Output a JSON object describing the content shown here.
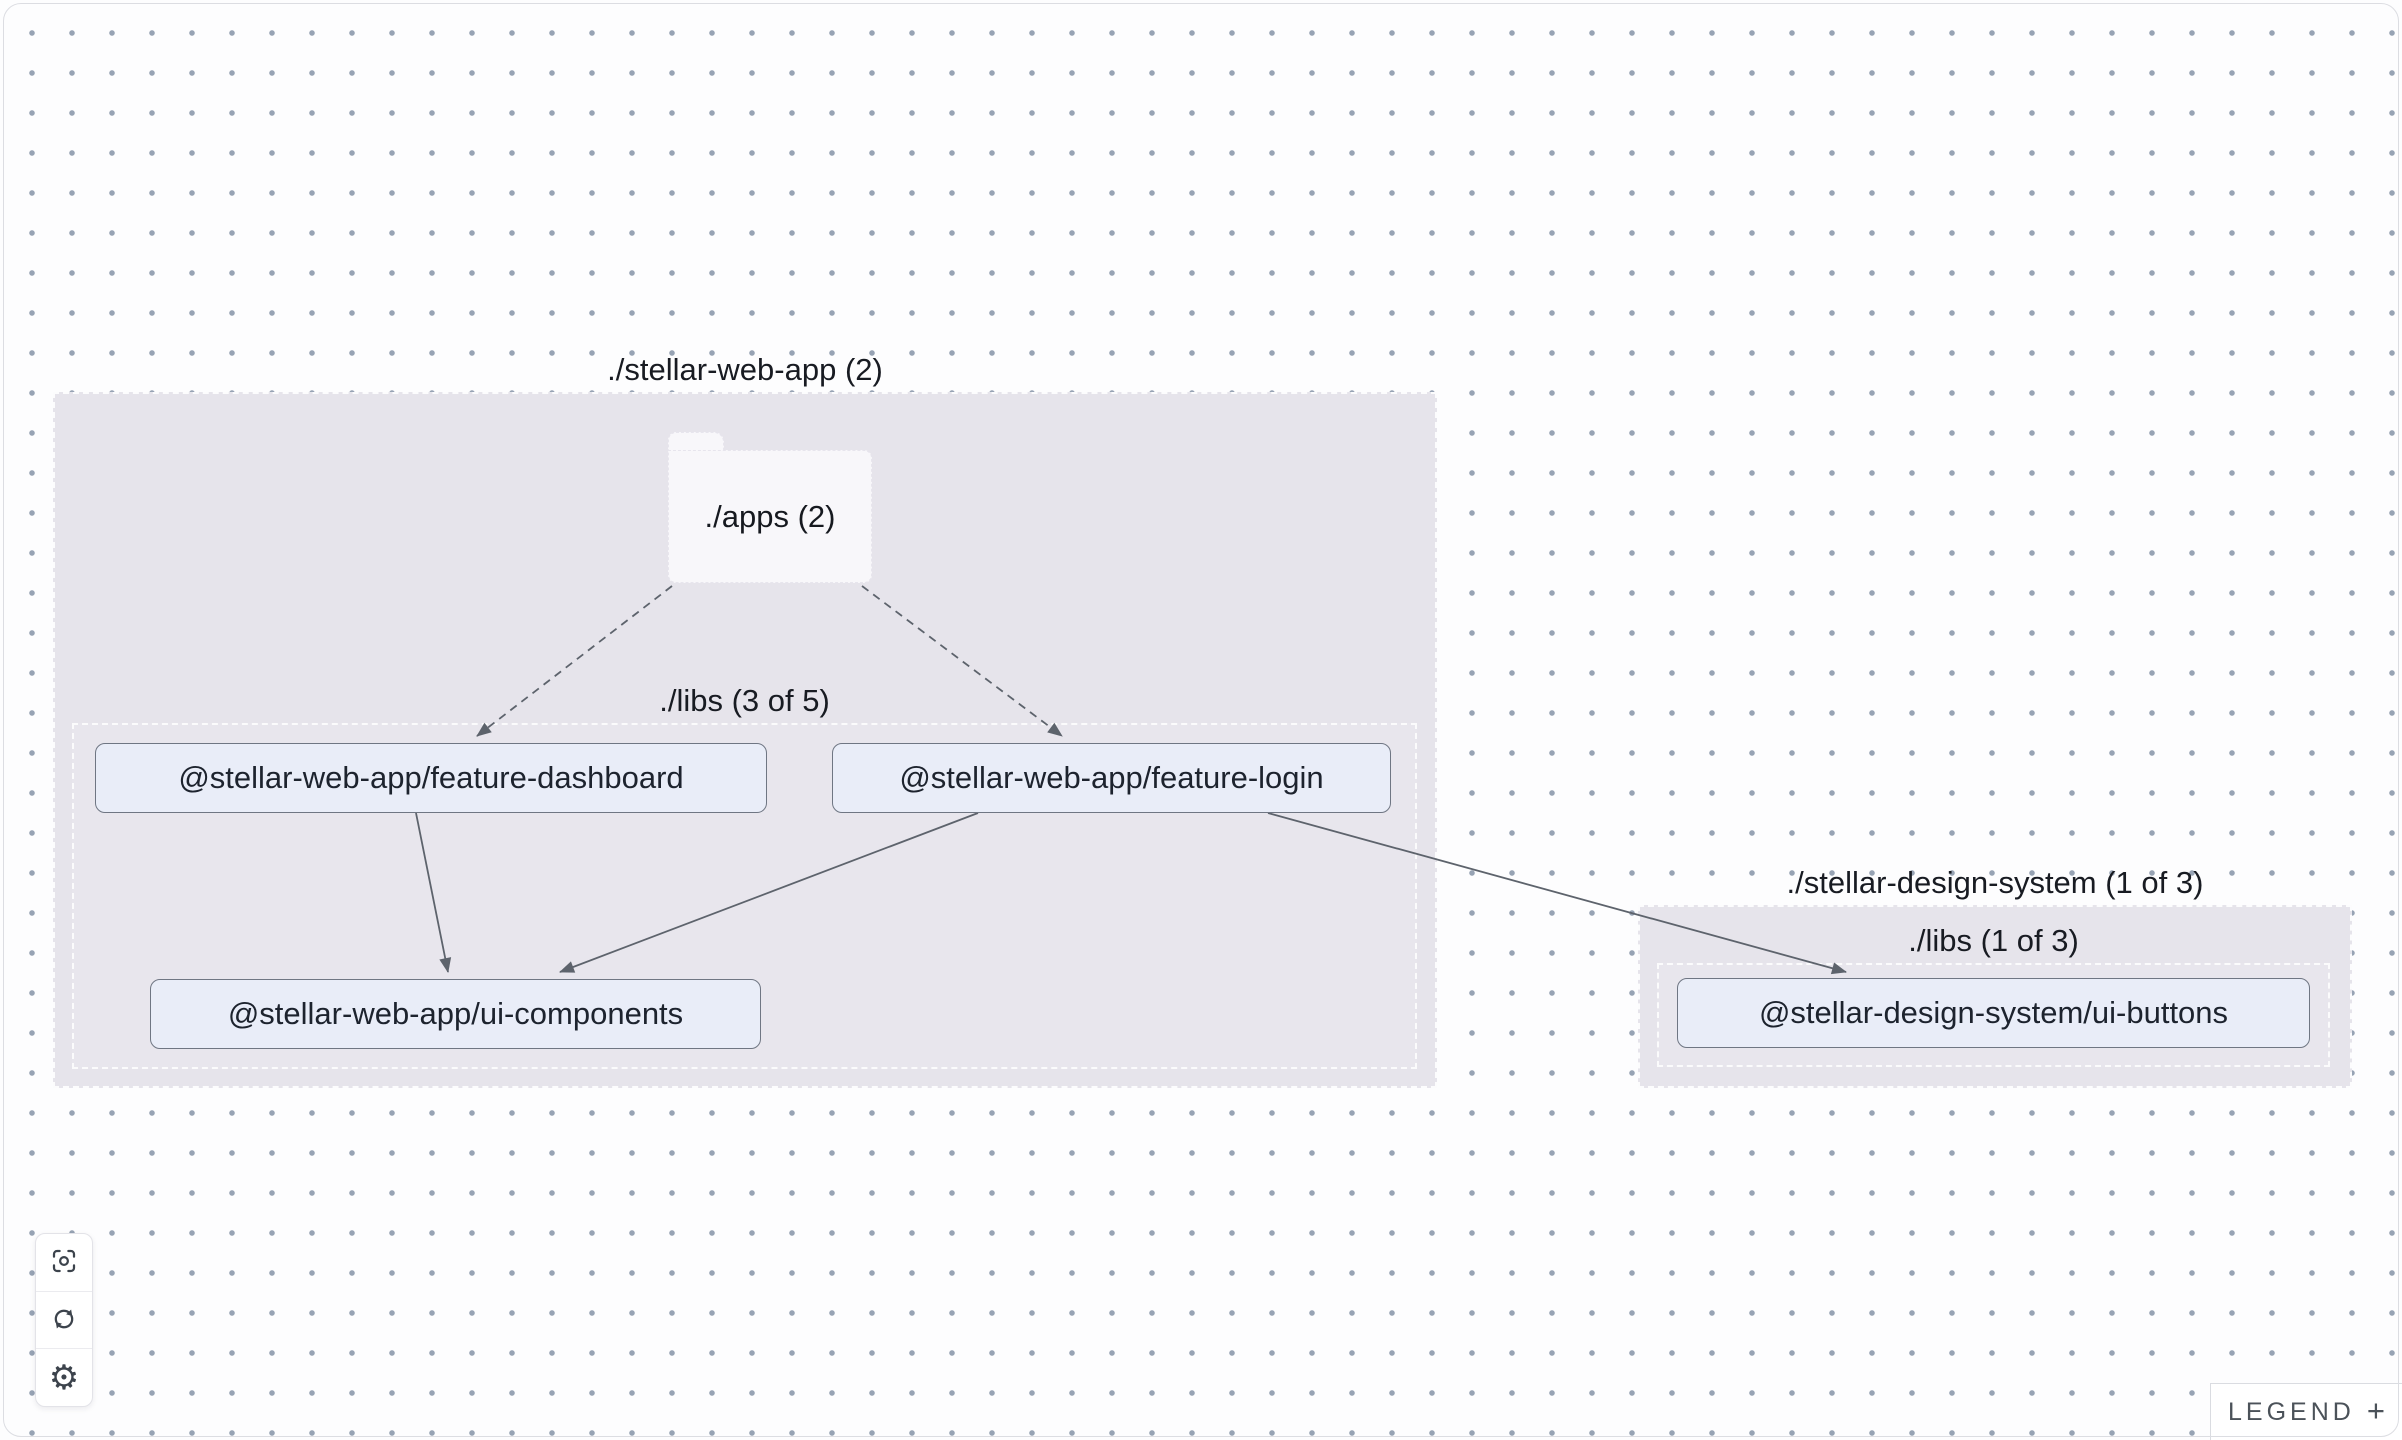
{
  "graph": {
    "groups": [
      {
        "id": "stellar-web-app",
        "label": "./stellar-web-app (2)"
      },
      {
        "id": "stellar-web-app-libs",
        "label": "./libs (3 of 5)"
      },
      {
        "id": "stellar-design-system",
        "label": "./stellar-design-system (1 of 3)"
      },
      {
        "id": "stellar-design-libs",
        "label": "./libs (1 of 3)"
      }
    ],
    "folder": {
      "id": "apps",
      "label": "./apps (2)"
    },
    "nodes": [
      {
        "id": "feature-dashboard",
        "label": "@stellar-web-app/feature-dashboard"
      },
      {
        "id": "feature-login",
        "label": "@stellar-web-app/feature-login"
      },
      {
        "id": "ui-components",
        "label": "@stellar-web-app/ui-components"
      },
      {
        "id": "ui-buttons",
        "label": "@stellar-design-system/ui-buttons"
      }
    ],
    "edges": [
      {
        "from": "apps",
        "to": "feature-dashboard",
        "style": "dashed"
      },
      {
        "from": "apps",
        "to": "feature-login",
        "style": "dashed"
      },
      {
        "from": "feature-dashboard",
        "to": "ui-components",
        "style": "solid"
      },
      {
        "from": "feature-login",
        "to": "ui-components",
        "style": "solid"
      },
      {
        "from": "feature-login",
        "to": "ui-buttons",
        "style": "solid"
      }
    ]
  },
  "toolbar": {
    "buttons": [
      {
        "icon": "focus-icon"
      },
      {
        "icon": "refresh-icon"
      },
      {
        "icon": "settings-gear-icon"
      }
    ]
  },
  "legend": {
    "label": "LEGEND",
    "toggle": "+"
  },
  "colors": {
    "group_fill": "#e6e4eb",
    "node_fill": "#e9edf8",
    "node_border": "#6f7683",
    "edge": "#5d636c",
    "dot_grid": "#97a3b4"
  }
}
